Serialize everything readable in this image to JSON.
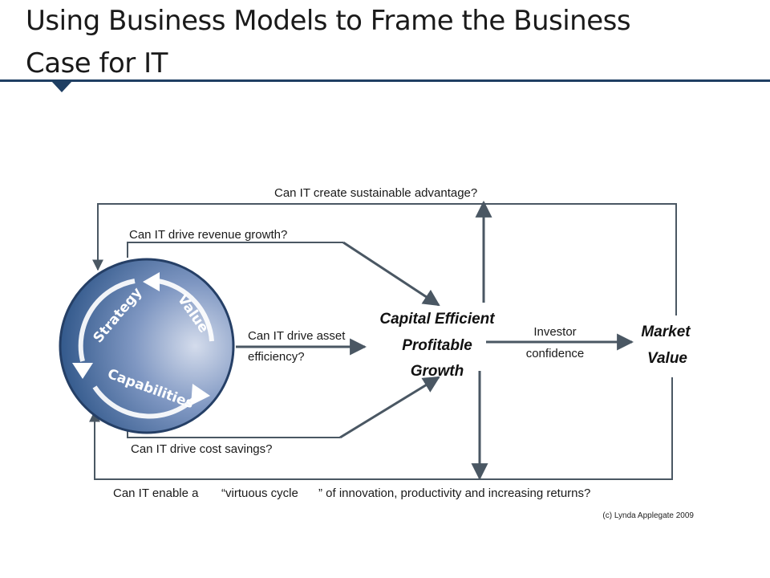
{
  "slide": {
    "title_line1": "Using Business Models to Frame the Business",
    "title_line2": "Case for IT"
  },
  "cycle": {
    "labels": [
      "Strategy",
      "Value",
      "Capabilities"
    ]
  },
  "questions": {
    "advantage": "Can IT create sustainable advantage?",
    "revenue": "Can IT drive revenue growth?",
    "asset_line1": "Can IT drive asset",
    "asset_line2": "efficiency?",
    "cost": "Can IT drive cost savings?",
    "virtuous_a": "Can IT enable a",
    "virtuous_b": "“virtuous cycle",
    "virtuous_c": "” of innovation, productivity and increasing returns?"
  },
  "center": {
    "line1": "Capital Efficient",
    "line2": "Profitable",
    "line3": "Growth"
  },
  "investor": {
    "line1": "Investor",
    "line2": "confidence"
  },
  "market": {
    "line1": "Market",
    "line2": "Value"
  },
  "copyright": "(c) Lynda Applegate 2009",
  "colors": {
    "title_rule": "#1f3f63",
    "arrow": "#4a5763",
    "circle_dark": "#2f5689",
    "circle_light": "#c9d3e6"
  }
}
